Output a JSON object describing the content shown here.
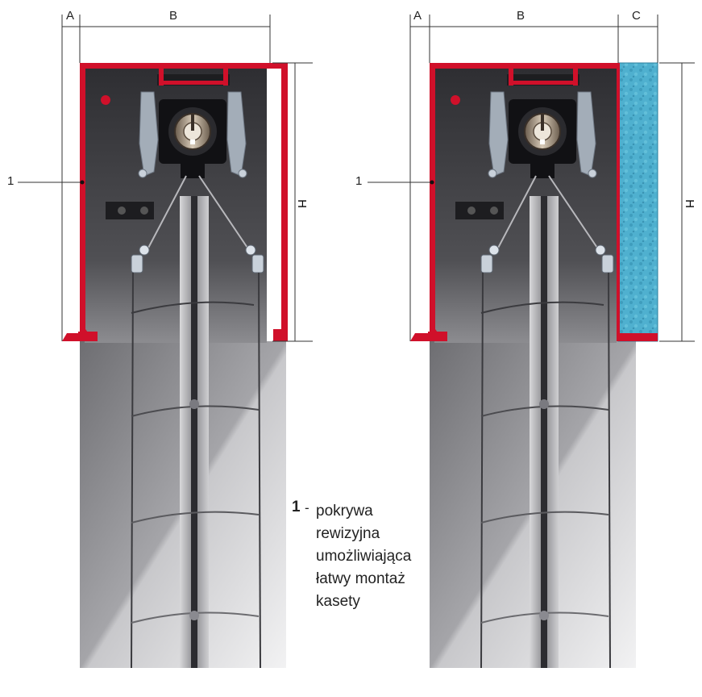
{
  "diagrams": [
    {
      "id": "left",
      "dims": {
        "a": "A",
        "b": "B",
        "h": "H"
      },
      "callout": "1"
    },
    {
      "id": "right",
      "dims": {
        "a": "A",
        "b": "B",
        "c": "C",
        "h": "H"
      },
      "callout": "1"
    }
  ],
  "legend": {
    "number": "1",
    "dash": "-",
    "lines": [
      "pokrywa",
      "rewizyjna",
      "umożliwiająca",
      "łatwy montaż",
      "kasety"
    ]
  },
  "colors": {
    "frame": "#d0102a",
    "cavity": "#3e3e42",
    "insulation": "#4aa9c8",
    "bracket": "#8e99a6",
    "slat": "#4a4a4e",
    "guide": "#b9b9bd"
  }
}
